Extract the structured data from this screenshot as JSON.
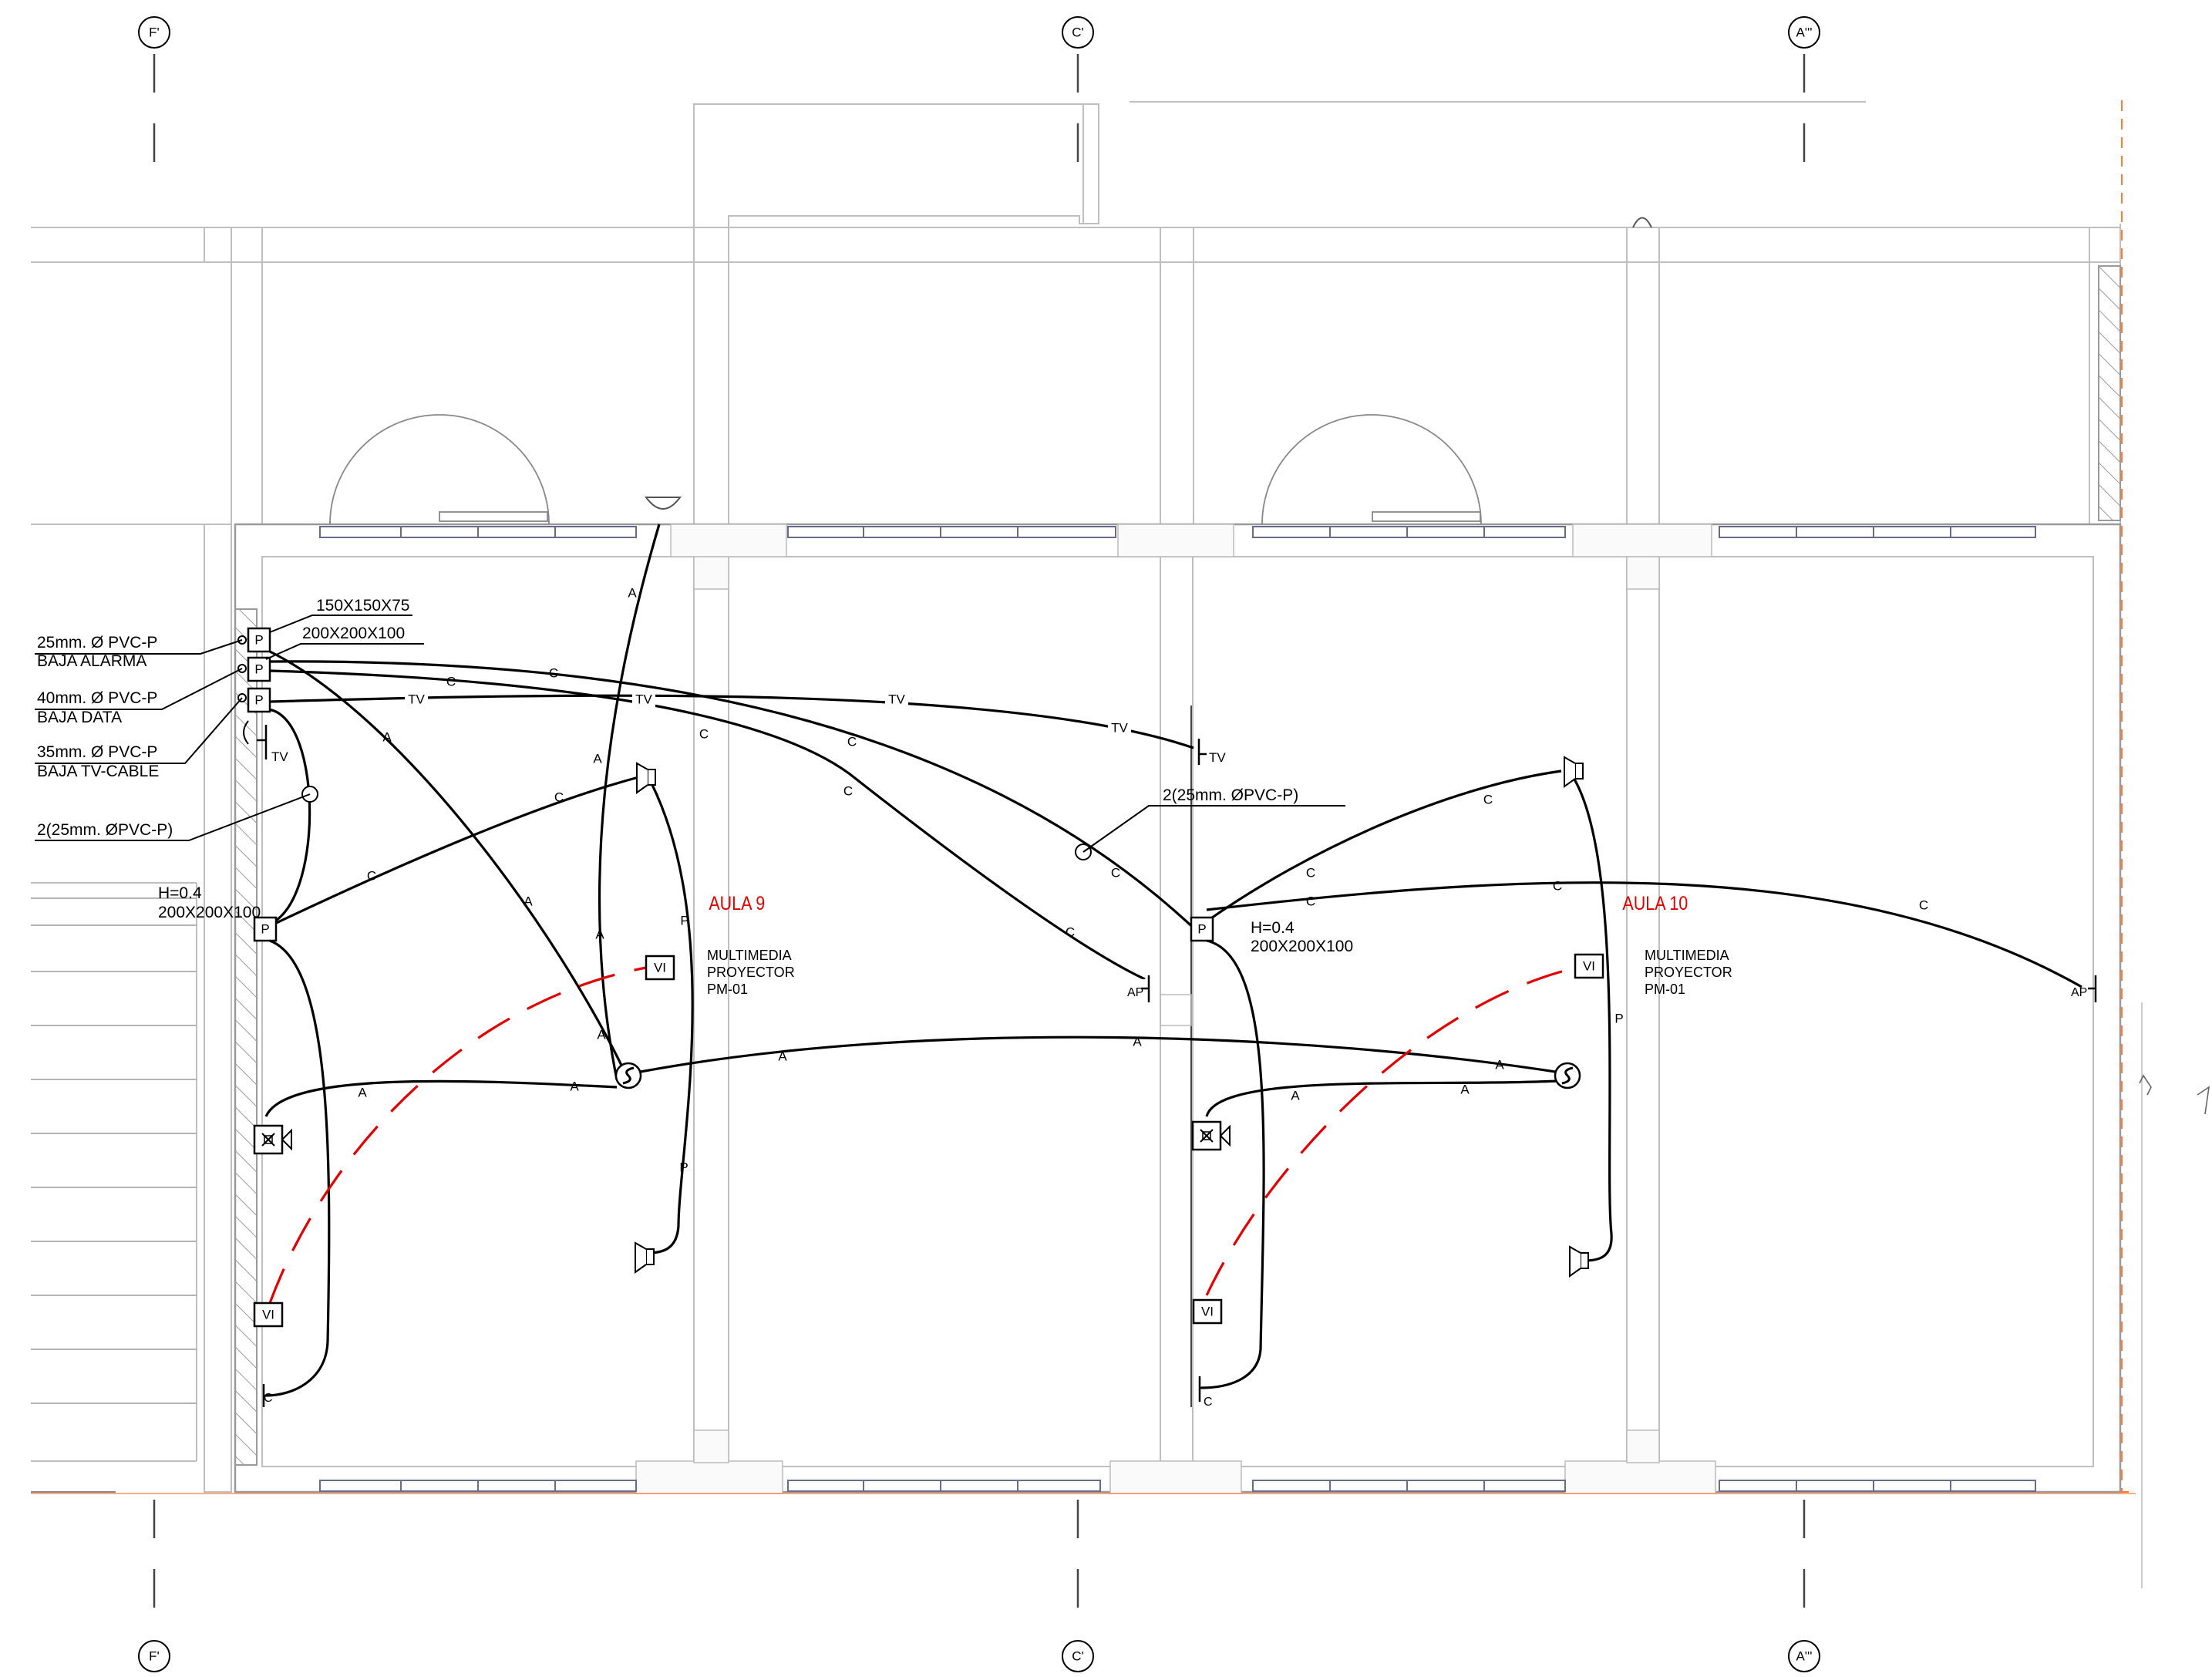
{
  "axes": {
    "top": [
      "F'",
      "C'",
      "A'''"
    ],
    "bottom": [
      "F'",
      "C'",
      "A'''"
    ]
  },
  "rooms": [
    {
      "name": "AULA 9",
      "desc": [
        "MULTIMEDIA",
        "PROYECTOR",
        "PM-01"
      ]
    },
    {
      "name": "AULA 10",
      "desc": [
        "MULTIMEDIA",
        "PROYECTOR",
        "PM-01"
      ]
    }
  ],
  "annotations": {
    "box_small": "150X150X75",
    "box_large": "200X200X100",
    "alarm_pipe": "25mm. Ø PVC-P",
    "alarm_label": "BAJA ALARMA",
    "data_pipe": "40mm. Ø PVC-P",
    "data_label": "BAJA DATA",
    "tv_pipe": "35mm. Ø PVC-P",
    "tv_label": "BAJA TV-CABLE",
    "pipe_pair_left": "2(25mm. ØPVC-P)",
    "pipe_pair_right": "2(25mm. ØPVC-P)",
    "height_left": "H=0.4",
    "size_left": "200X200X100",
    "height_right": "H=0.4",
    "size_right": "200X200X100"
  },
  "symbols": {
    "panel": "P",
    "tv": "TV",
    "ap": "AP",
    "c": "C",
    "vi": "VI"
  },
  "line_tags": {
    "tv": "TV",
    "c": "C",
    "a": "A",
    "p": "P"
  },
  "colors": {
    "wiring": "#000000",
    "projector_wiring": "#e00000",
    "room_label": "#e00000",
    "walls": "#bfbfbf",
    "boundary": "#ff7a3a"
  }
}
